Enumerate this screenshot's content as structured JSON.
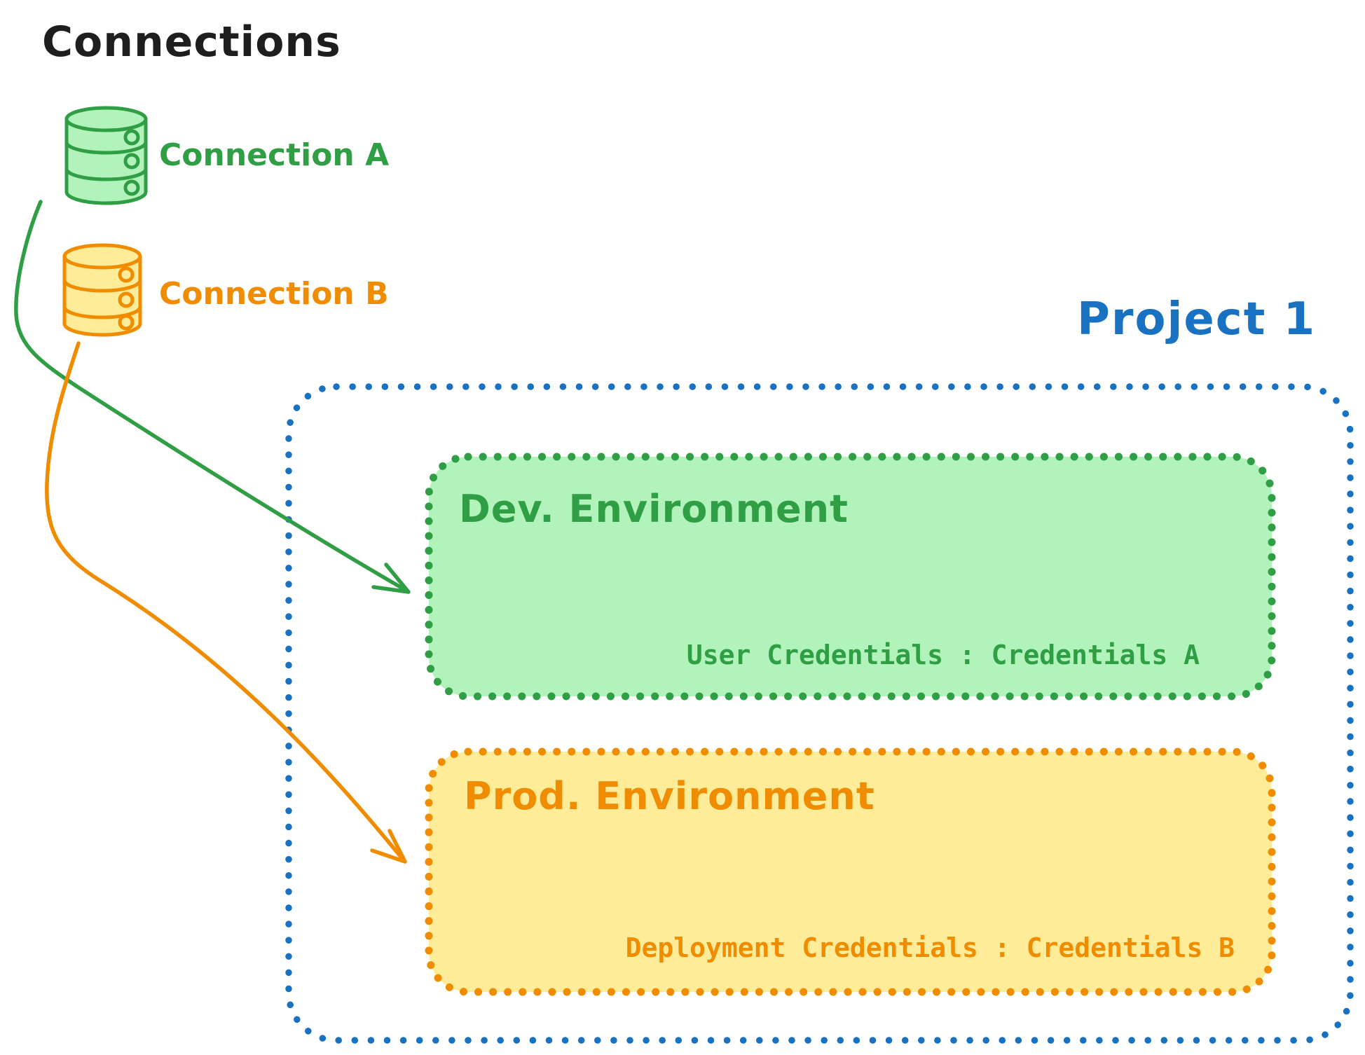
{
  "colors": {
    "canvas_bg": "#ffffff",
    "black": "#1e1e1e",
    "blue_stroke": "#1971c2",
    "green_stroke": "#2f9e44",
    "green_fill": "#b2f2bb",
    "orange_stroke": "#f08c00",
    "orange_fill": "#ffec99"
  },
  "titles": {
    "connections": "Connections"
  },
  "connections": [
    {
      "label": "Connection A",
      "icon": "database-icon",
      "color": "green"
    },
    {
      "label": "Connection B",
      "icon": "database-icon",
      "color": "orange"
    }
  ],
  "project": {
    "title": "Project 1",
    "environments": [
      {
        "name": "Dev. Environment",
        "credentials": "User Credentials : Credentials A",
        "color": "green"
      },
      {
        "name": "Prod. Environment",
        "credentials": "Deployment Credentials : Credentials B",
        "color": "orange"
      }
    ]
  },
  "arrows": [
    {
      "from": "Connection A",
      "to": "Dev. Environment",
      "color": "green"
    },
    {
      "from": "Connection B",
      "to": "Prod. Environment",
      "color": "orange"
    }
  ]
}
